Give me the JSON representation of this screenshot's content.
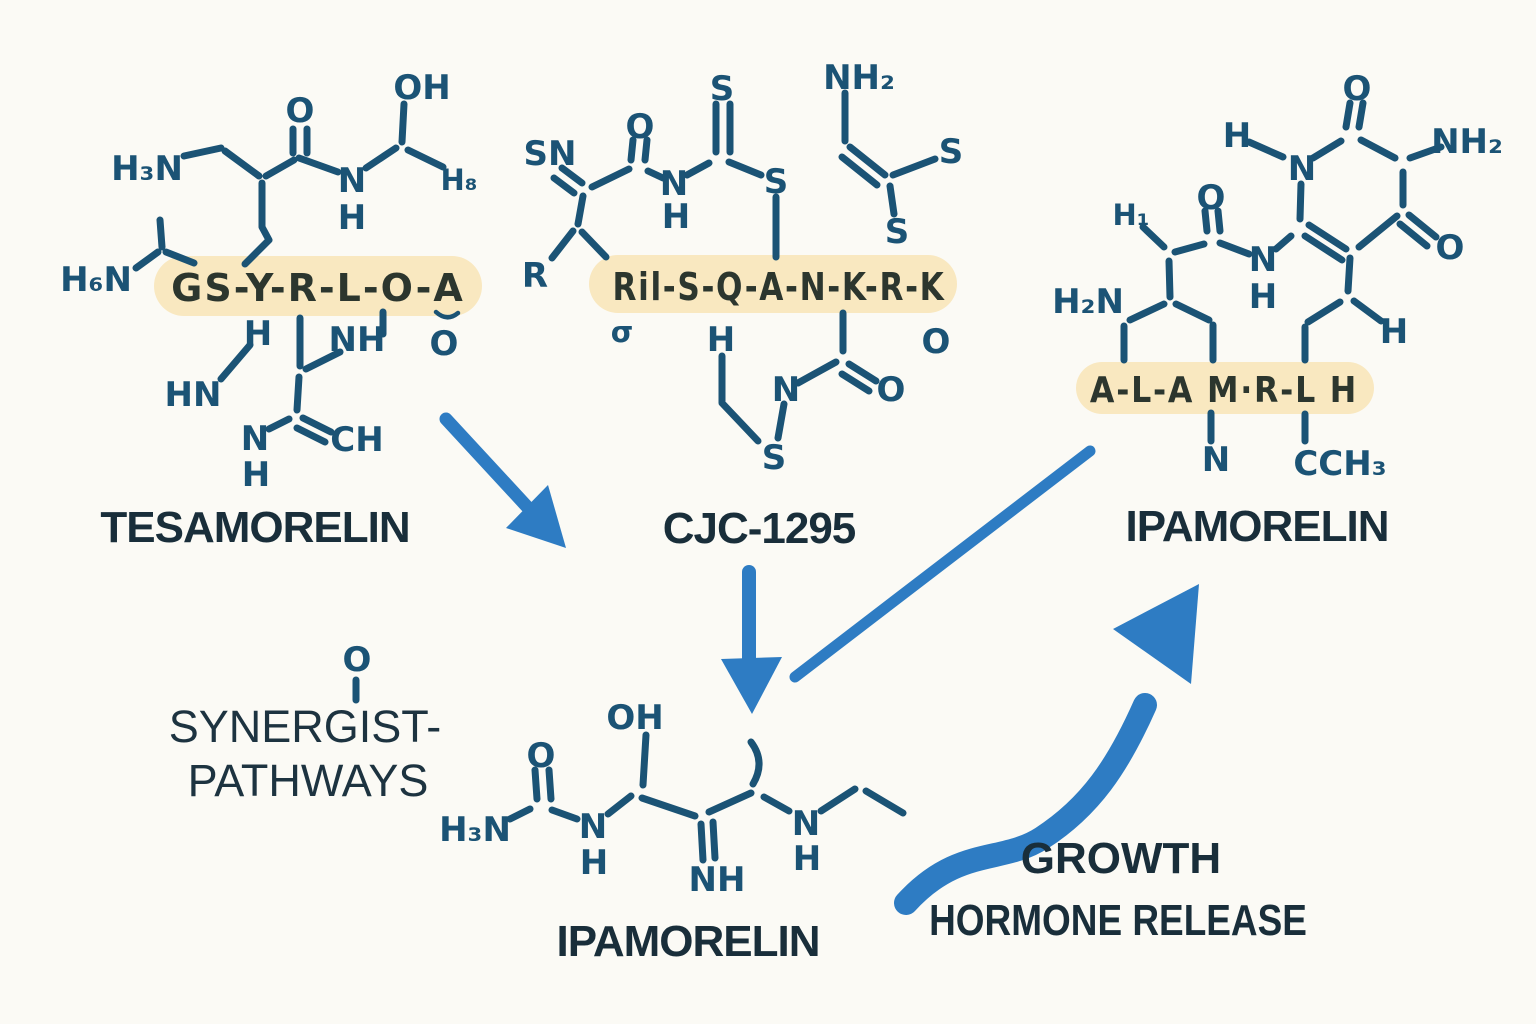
{
  "palette": {
    "background": "#fbfaf5",
    "structure_color": "#1b5375",
    "label_color": "#192e3a",
    "arrow_color": "#2e7cc3",
    "highlight_color": "#f9e8c0",
    "highlight_text_color": "#2c362e"
  },
  "structures": {
    "tesamorelin": {
      "name": "TESAMORELIN",
      "sequence_highlight": "GS-Y-R-L-O-A",
      "atoms": [
        "O",
        "OH",
        "H₃N",
        "N",
        "H",
        "H₈",
        "H₆N",
        "H",
        "NH",
        "O",
        "HN",
        "N",
        "H",
        "CH"
      ]
    },
    "cjc1295": {
      "name": "CJC-1295",
      "sequence_highlight": "Ril-S-Q-A-N-K-R-K",
      "atoms": [
        "SN",
        "O",
        "N",
        "H",
        "S",
        "S",
        "NH₂",
        "S",
        "S",
        "R",
        "σ",
        "H",
        "N",
        "S",
        "O",
        "O"
      ]
    },
    "ipamorelin_top": {
      "name": "IPAMORELIN",
      "sequence_highlight": "A-L-A M·R-L H",
      "atoms": [
        "O",
        "H",
        "N",
        "NH₂",
        "O",
        "H₁",
        "O",
        "N",
        "H",
        "H₂N",
        "H",
        "N",
        "CCH₃"
      ]
    },
    "ipamorelin_bottom": {
      "name": "IPAMORELIN",
      "atoms": [
        "OH",
        "O",
        "H₃N",
        "N",
        "H",
        "NH",
        "N",
        "H"
      ]
    }
  },
  "annotations": {
    "synergist_line1": "SYNERGIST-",
    "synergist_line2": "PATHWAYS",
    "growth_line1": "GROWTH",
    "growth_line2": "HORMONE RELEASE"
  }
}
